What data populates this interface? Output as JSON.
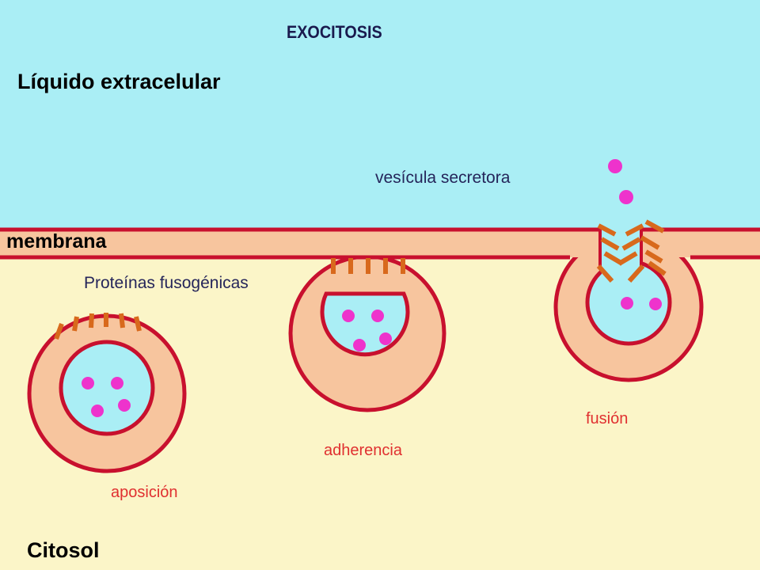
{
  "title": "EXOCITOSIS",
  "regions": {
    "extracellular": "Líquido extracelular",
    "membrane": "membrana",
    "cytosol": "Citosol"
  },
  "labels": {
    "vesicle": "vesícula secretora",
    "proteins": "Proteínas fusogénicas"
  },
  "stages": [
    "aposición",
    "adherencia",
    "fusión"
  ],
  "colors": {
    "extracellular": "#aaeef5",
    "cytosol": "#fbf5c8",
    "membrane_fill": "#f7c59e",
    "membrane_line": "#c8102e",
    "protein": "#d8691c",
    "granule": "#ee33cc",
    "stage_label": "#e03030"
  }
}
